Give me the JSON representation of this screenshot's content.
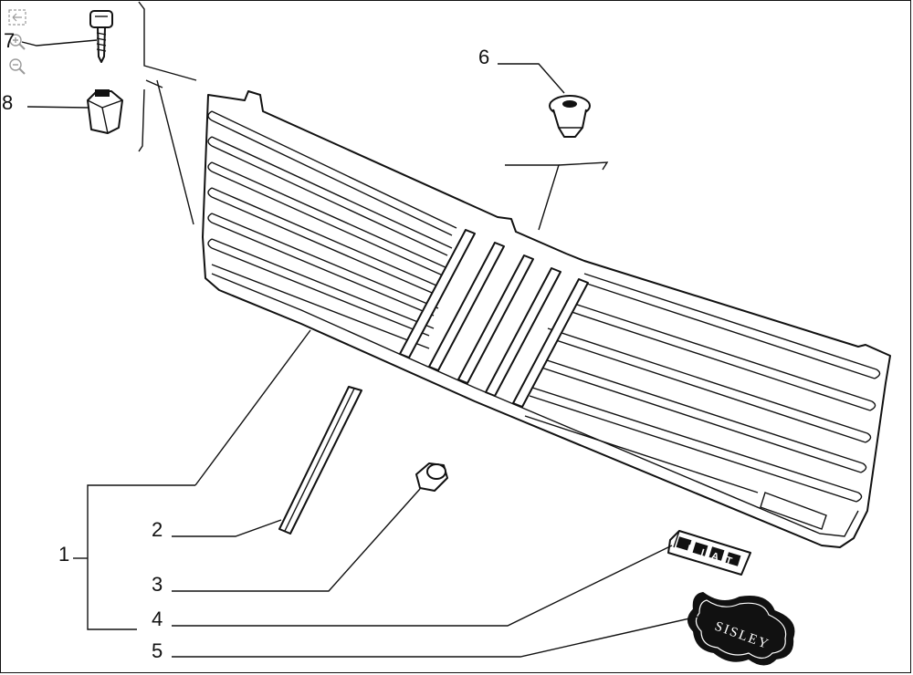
{
  "callouts": {
    "c1": "1",
    "c2": "2",
    "c3": "3",
    "c4": "4",
    "c5": "5",
    "c6": "6",
    "c7": "7",
    "c8": "8"
  },
  "badges": {
    "emblem_text": "FIAT",
    "sisley_text": "SISLEY"
  },
  "viewer_controls": [
    {
      "name": "fit-view-icon"
    },
    {
      "name": "zoom-in-icon"
    },
    {
      "name": "zoom-out-icon"
    }
  ],
  "colors": {
    "ink": "#111111",
    "paper": "#ffffff",
    "control": "#9a9a9a"
  }
}
